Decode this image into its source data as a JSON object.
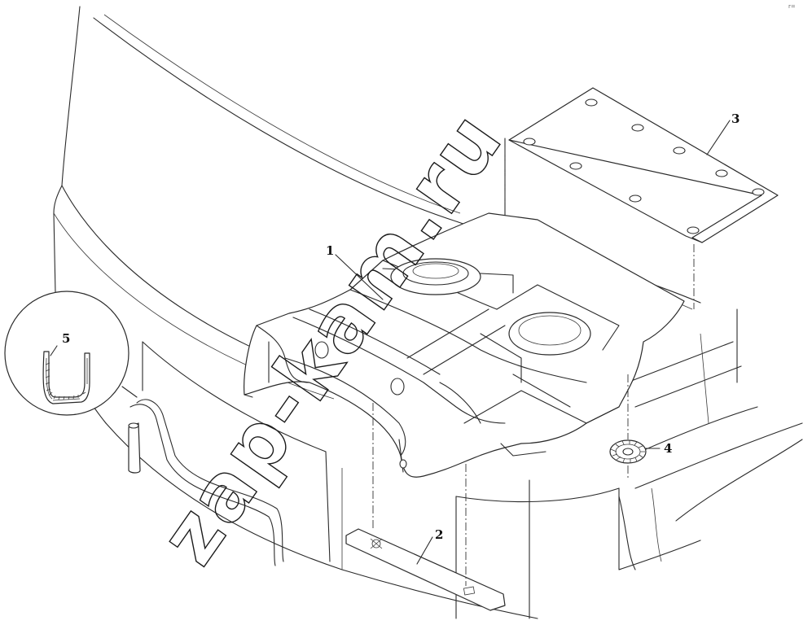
{
  "callouts": {
    "c1": "1",
    "c2": "2",
    "c3": "3",
    "c4": "4",
    "c5": "5"
  },
  "watermark": "zap-kam.ru",
  "corner_mark": "r="
}
